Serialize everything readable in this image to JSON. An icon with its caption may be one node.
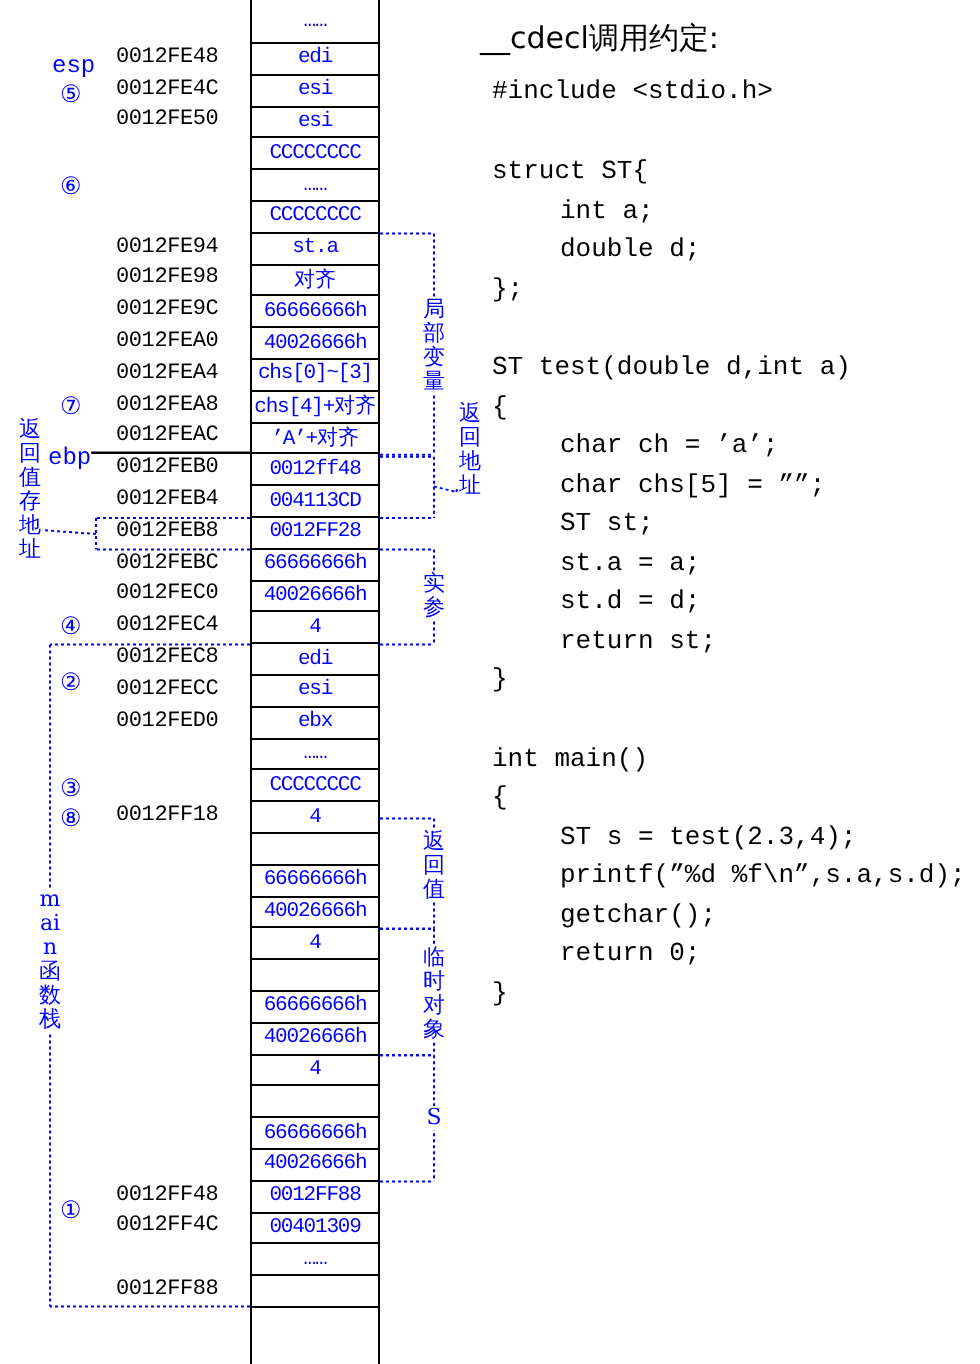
{
  "diagram": {
    "title": "__cdecl调用约定:",
    "nodes": [
      {
        "text": [
          "……"
        ]
      },
      {
        "text": [
          "edi"
        ],
        "beside": [
          "0012FE48"
        ]
      },
      {
        "text": [
          "esi"
        ],
        "beside": [
          "0012FE4C"
        ]
      },
      {
        "text": [
          "esi"
        ],
        "beside": [
          "0012FE50"
        ]
      },
      {
        "text": [
          "CCCCCCCC"
        ]
      },
      {
        "text": [
          "……"
        ]
      },
      {
        "text": [
          "CCCCCCCC"
        ]
      },
      {
        "text": [
          "st.a"
        ],
        "beside": [
          "0012FE94"
        ]
      },
      {
        "text": [
          "对齐"
        ],
        "beside": [
          "0012FE98"
        ]
      },
      {
        "text": [
          "66666666h"
        ],
        "beside": [
          "0012FE9C"
        ]
      },
      {
        "text": [
          "40026666h"
        ],
        "beside": [
          "0012FEA0"
        ]
      },
      {
        "text": [
          "chs[0]~[3]"
        ],
        "beside": [
          "0012FEA4"
        ]
      },
      {
        "text": [
          "chs[4]+对齐"
        ],
        "beside": [
          "0012FEA8"
        ]
      },
      {
        "text": [
          "’A’+对齐"
        ],
        "beside": [
          "0012FEAC"
        ]
      },
      {
        "text": [
          "0012ff48"
        ],
        "beside": [
          "0012FEB0"
        ]
      },
      {
        "text": [
          "004113CD"
        ],
        "beside": [
          "0012FEB4"
        ]
      },
      {
        "text": [
          "0012FF28"
        ],
        "beside": [
          "0012FEB8"
        ]
      },
      {
        "text": [
          "66666666h"
        ],
        "beside": [
          "0012FEBC"
        ]
      },
      {
        "text": [
          "40026666h"
        ],
        "beside": [
          "0012FEC0"
        ]
      },
      {
        "text": [
          "4"
        ],
        "beside": [
          "0012FEC4"
        ]
      },
      {
        "text": [
          "edi"
        ],
        "beside": [
          "0012FEC8"
        ]
      },
      {
        "text": [
          "esi"
        ],
        "beside": [
          "0012FECC"
        ]
      },
      {
        "text": [
          "ebx"
        ],
        "beside": [
          "0012FED0"
        ]
      },
      {
        "text": [
          "……"
        ]
      },
      {
        "text": [
          "CCCCCCCC"
        ]
      },
      {
        "text": [
          "4"
        ],
        "beside": [
          "0012FF18"
        ]
      },
      {
        "text": [],
        "shape": "box"
      },
      {
        "text": [
          "66666666h"
        ]
      },
      {
        "text": [
          "40026666h"
        ]
      },
      {
        "text": [
          "4"
        ]
      },
      {
        "text": [],
        "shape": "box"
      },
      {
        "text": [
          "66666666h"
        ]
      },
      {
        "text": [
          "40026666h"
        ]
      },
      {
        "text": [
          "4"
        ]
      },
      {
        "text": [],
        "shape": "box"
      },
      {
        "text": [
          "66666666h"
        ]
      },
      {
        "text": [
          "40026666h"
        ]
      },
      {
        "text": [
          "0012FF88"
        ],
        "beside": [
          "0012FF48"
        ]
      },
      {
        "text": [
          "00401309"
        ],
        "beside": [
          "0012FF4C"
        ]
      },
      {
        "text": [
          "……"
        ]
      },
      {
        "text": [],
        "shape": "box",
        "beside": [
          "0012FF88"
        ]
      },
      {
        "text": [],
        "shape": "box"
      },
      {
        "text": [
          "ebp"
        ]
      }
    ],
    "edges": [
      {
        "from": 42,
        "to": 13,
        "arrow": "none"
      }
    ],
    "labels": [
      "esp",
      "⑤",
      "⑥",
      "⑦",
      "④",
      "②",
      "③",
      "⑧",
      "①",
      "局部变量",
      "返回地址",
      "返回值存地址",
      "实参",
      "返回值",
      "临时对象",
      "S",
      "main函数栈",
      "#include <stdio.h>",
      "struct ST{",
      "int a;",
      "double d;",
      "};",
      "ST test(double d,int a)",
      "{",
      "char ch = ’a’;",
      "char chs[5] = ””;",
      "ST st;",
      "st.a = a;",
      "st.d = d;",
      "return st;",
      "}",
      "int main()",
      "{",
      "ST s = test(2.3,4);",
      "printf(”%d %f\\n”,s.a,s.d);",
      "getchar();",
      "return 0;",
      "}"
    ]
  }
}
